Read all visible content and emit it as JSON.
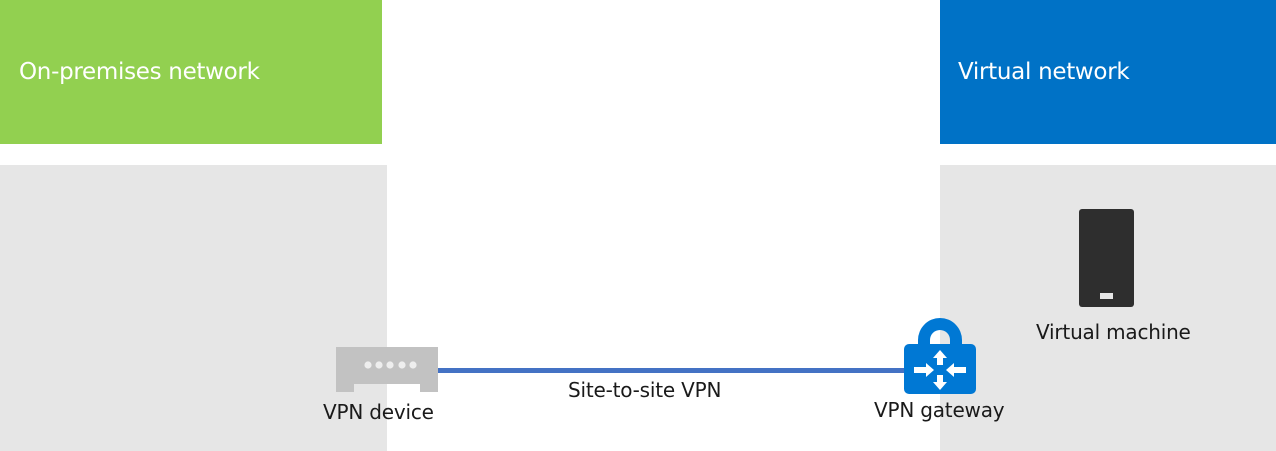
{
  "diagram": {
    "on_premises": {
      "title": "On-premises network",
      "color": "#92d050",
      "device": {
        "label": "VPN device",
        "icon": "vpn-device-icon"
      }
    },
    "virtual_network": {
      "title": "Virtual network",
      "color": "#0072c6",
      "gateway": {
        "label": "VPN gateway",
        "icon": "vpn-gateway-lock-icon"
      },
      "vm": {
        "label": "Virtual machine",
        "icon": "virtual-machine-icon"
      }
    },
    "connection": {
      "label": "Site-to-site VPN",
      "color": "#4472c4"
    },
    "panel_color": "#e6e6e6"
  }
}
